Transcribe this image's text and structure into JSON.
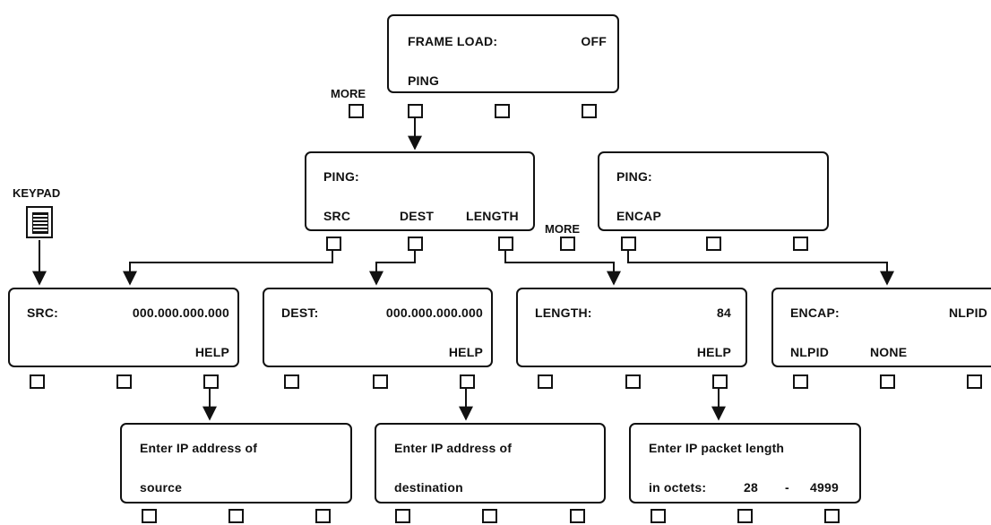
{
  "labels": {
    "more": "MORE",
    "keypad": "KEYPAD"
  },
  "frame_load": {
    "title": "FRAME LOAD:",
    "value": "OFF",
    "option": "PING"
  },
  "ping1": {
    "title": "PING:",
    "soft1": "SRC",
    "soft2": "DEST",
    "soft3": "LENGTH"
  },
  "ping2": {
    "title": "PING:",
    "soft1": "ENCAP"
  },
  "src": {
    "label": "SRC:",
    "value": "000.000.000.000",
    "help": "HELP"
  },
  "dest": {
    "label": "DEST:",
    "value": "000.000.000.000",
    "help": "HELP"
  },
  "length": {
    "label": "LENGTH:",
    "value": "84",
    "help": "HELP"
  },
  "encap": {
    "label": "ENCAP:",
    "value": "NLPID",
    "soft1": "NLPID",
    "soft2": "NONE"
  },
  "help_src": {
    "line1": "Enter IP address of",
    "line2": "source"
  },
  "help_dest": {
    "line1": "Enter IP address of",
    "line2": "destination"
  },
  "help_length": {
    "line1": "Enter IP packet length",
    "line2_label": "in octets:",
    "line2_min": "28",
    "line2_dash": "-",
    "line2_max": "4999"
  }
}
